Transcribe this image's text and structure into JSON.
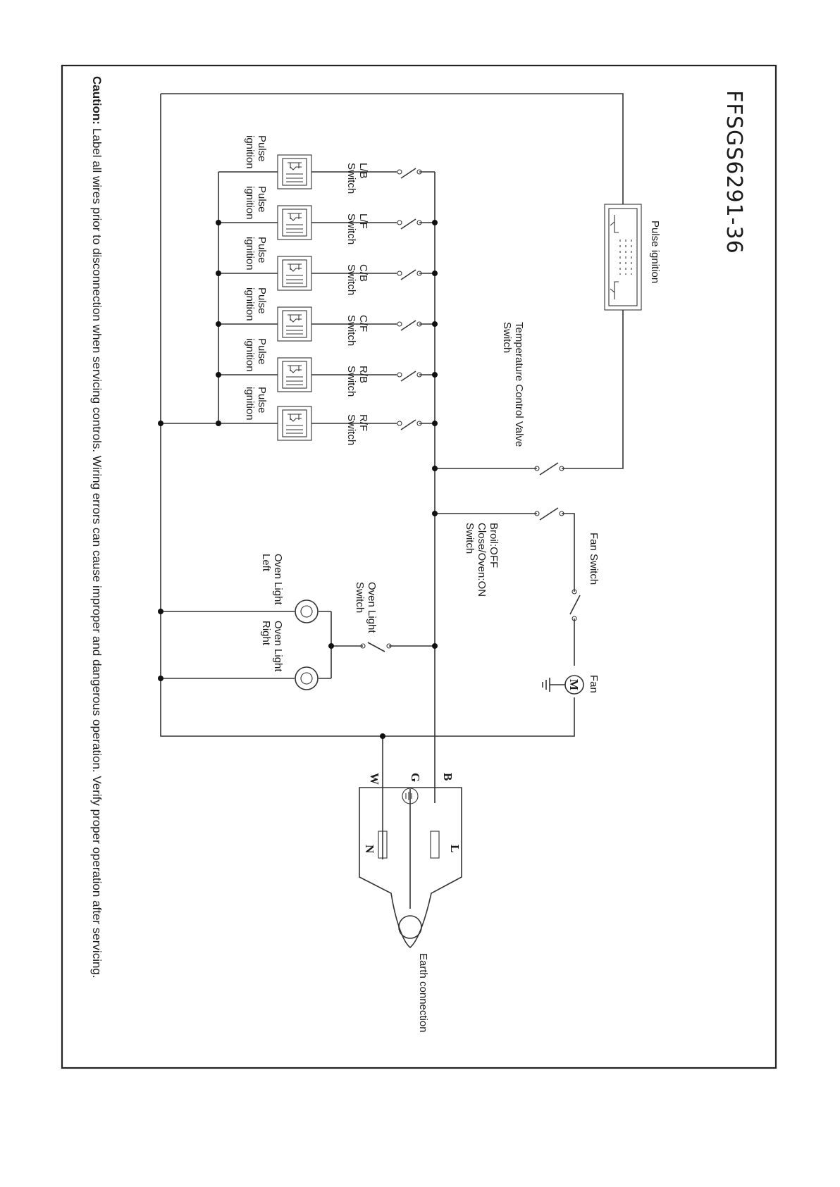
{
  "title": "FFSGS6291-36",
  "caution": {
    "prefix": "Caution:",
    "text": "Label all wires prior to disconnection when servicing controls. Wiring errors can cause improper and dangerous operation. Verify proper operation after servicing."
  },
  "components": {
    "pulse_ignition_main": "Pulse ignition",
    "temperature_control_valve": [
      "Temperature Control Valve",
      "Switch"
    ],
    "fan_switch": "Fan Switch",
    "fan": "Fan",
    "fan_motor_symbol": "M",
    "broil_switch": [
      "Broil:OFF",
      "Close/Oven:ON",
      "Switch"
    ],
    "oven_light_switch": [
      "Oven Light",
      "Switch"
    ],
    "oven_light_left": [
      "Oven Light",
      "Left"
    ],
    "oven_light_right": [
      "Oven Light",
      "Right"
    ],
    "earth_connection": "Earth connection"
  },
  "burner_switches": [
    {
      "switch": [
        "L/B",
        "Switch"
      ],
      "ignition": [
        "Pulse",
        "ignition"
      ]
    },
    {
      "switch": [
        "L/F",
        "Switch"
      ],
      "ignition": [
        "Pulse",
        "ignition"
      ]
    },
    {
      "switch": [
        "C/B",
        "Switch"
      ],
      "ignition": [
        "Pulse",
        "ignition"
      ]
    },
    {
      "switch": [
        "C/F",
        "Switch"
      ],
      "ignition": [
        "Pulse",
        "ignition"
      ]
    },
    {
      "switch": [
        "R/B",
        "Switch"
      ],
      "ignition": [
        "Pulse",
        "ignition"
      ]
    },
    {
      "switch": [
        "R/F",
        "Switch"
      ],
      "ignition": [
        "Pulse",
        "ignition"
      ]
    }
  ],
  "wire_labels": {
    "b": "B",
    "g": "G",
    "w": "W"
  },
  "plug_labels": {
    "l": "L",
    "n": "N"
  }
}
